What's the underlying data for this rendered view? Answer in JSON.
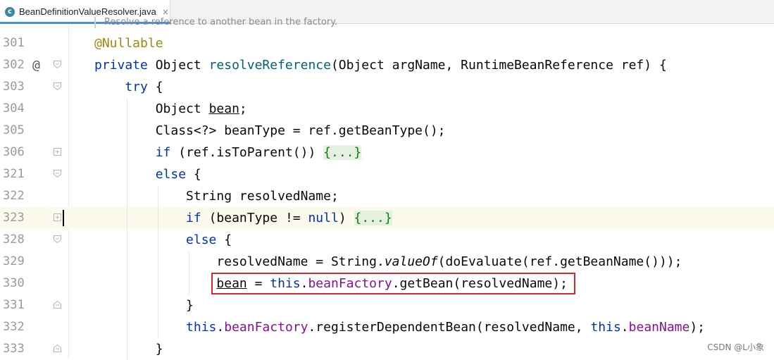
{
  "tab": {
    "icon": "c",
    "title": "BeanDefinitionValueResolver.java",
    "close": "×"
  },
  "doc_hint": "Resolve a reference to another bean in the factory.",
  "lines": [
    {
      "num": "301",
      "mark": "",
      "parts": [
        [
          "ann",
          "@Nullable"
        ]
      ]
    },
    {
      "num": "302",
      "mark": "@",
      "parts": [
        [
          "kw",
          "private"
        ],
        [
          "",
          " Object "
        ],
        [
          "fn",
          "resolveReference"
        ],
        [
          "",
          "(Object argName, RuntimeBeanReference ref) {"
        ]
      ]
    },
    {
      "num": "303",
      "mark": "",
      "parts": [
        [
          "",
          "    "
        ],
        [
          "kw",
          "try"
        ],
        [
          "",
          " {"
        ]
      ]
    },
    {
      "num": "304",
      "mark": "",
      "parts": [
        [
          "",
          "        Object "
        ],
        [
          "ul",
          "bean"
        ],
        [
          "",
          ";"
        ]
      ]
    },
    {
      "num": "305",
      "mark": "",
      "parts": [
        [
          "",
          "        Class<?> beanType = ref.getBeanType();"
        ]
      ]
    },
    {
      "num": "306",
      "mark": "",
      "parts": [
        [
          "",
          "        "
        ],
        [
          "kw",
          "if"
        ],
        [
          "",
          " (ref.isToParent()) "
        ],
        [
          "chip",
          "{...}"
        ]
      ]
    },
    {
      "num": "321",
      "mark": "",
      "parts": [
        [
          "",
          "        "
        ],
        [
          "kw",
          "else"
        ],
        [
          "",
          " {"
        ]
      ]
    },
    {
      "num": "322",
      "mark": "",
      "parts": [
        [
          "",
          "            String resolvedName;"
        ]
      ]
    },
    {
      "num": "323",
      "mark": "",
      "parts": [
        [
          "",
          "            "
        ],
        [
          "kw",
          "if"
        ],
        [
          "",
          " (beanType != "
        ],
        [
          "kw",
          "null"
        ],
        [
          "",
          ") "
        ],
        [
          "chip",
          "{...}"
        ]
      ]
    },
    {
      "num": "328",
      "mark": "",
      "parts": [
        [
          "",
          "            "
        ],
        [
          "kw",
          "else"
        ],
        [
          "",
          " {"
        ]
      ]
    },
    {
      "num": "329",
      "mark": "",
      "parts": [
        [
          "",
          "                resolvedName = String."
        ],
        [
          "it",
          "valueOf"
        ],
        [
          "",
          "(doEvaluate(ref.getBeanName()));"
        ]
      ]
    },
    {
      "num": "330",
      "mark": "",
      "parts": [
        [
          "",
          "                "
        ],
        [
          "ul",
          "bean"
        ],
        [
          "",
          " = "
        ],
        [
          "kw",
          "this"
        ],
        [
          "",
          "."
        ],
        [
          "fld",
          "beanFactory"
        ],
        [
          "",
          ".getBean(resolvedName);"
        ]
      ]
    },
    {
      "num": "331",
      "mark": "",
      "parts": [
        [
          "",
          "            }"
        ]
      ]
    },
    {
      "num": "332",
      "mark": "",
      "parts": [
        [
          "",
          "            "
        ],
        [
          "kw",
          "this"
        ],
        [
          "",
          "."
        ],
        [
          "fld",
          "beanFactory"
        ],
        [
          "",
          ".registerDependentBean(resolvedName, "
        ],
        [
          "kw",
          "this"
        ],
        [
          "",
          "."
        ],
        [
          "fld",
          "beanName"
        ],
        [
          "",
          ");"
        ]
      ]
    },
    {
      "num": "333",
      "mark": "",
      "parts": [
        [
          "",
          "        }"
        ]
      ]
    }
  ],
  "watermark": "CSDN @L小象"
}
